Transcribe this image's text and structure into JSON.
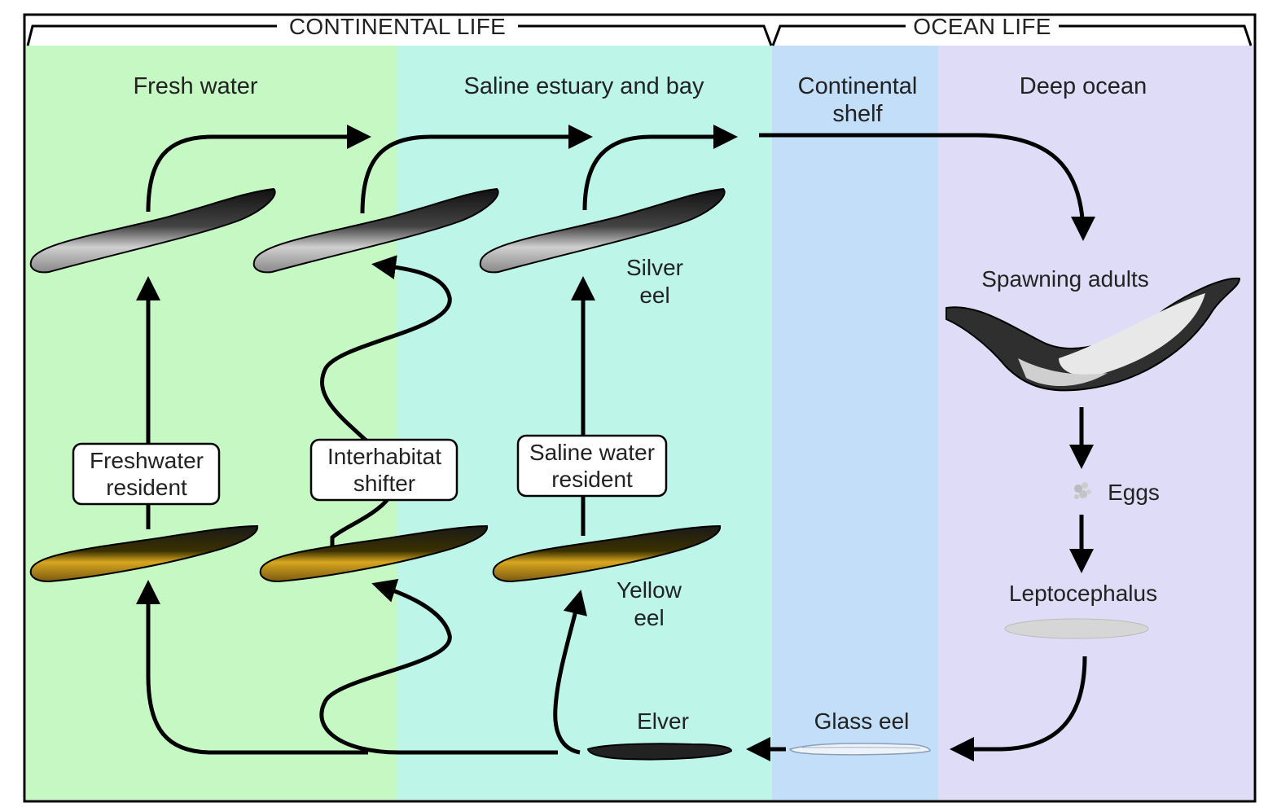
{
  "brackets": {
    "continental": "CONTINENTAL LIFE",
    "ocean": "OCEAN LIFE"
  },
  "zones": {
    "fresh": {
      "label": "Fresh water",
      "color": "#c6f8c3"
    },
    "saline": {
      "label": "Saline estuary and bay",
      "color": "#bdf5e8"
    },
    "shelf": {
      "line1": "Continental",
      "line2": "shelf",
      "color": "#c2def9"
    },
    "deep": {
      "label": "Deep ocean",
      "color": "#dedcf6"
    }
  },
  "boxes": {
    "freshwater": {
      "line1": "Freshwater",
      "line2": "resident"
    },
    "shifter": {
      "line1": "Interhabitat",
      "line2": "shifter"
    },
    "saline": {
      "line1": "Saline water",
      "line2": "resident"
    }
  },
  "stages": {
    "silver": {
      "line1": "Silver",
      "line2": "eel"
    },
    "yellow": {
      "line1": "Yellow",
      "line2": "eel"
    },
    "spawning": "Spawning adults",
    "eggs": "Eggs",
    "lepto": "Leptocephalus",
    "glass": "Glass eel",
    "elver": "Elver"
  },
  "colors": {
    "silver_eel": "#2a2a2a",
    "yellow_eel": "#c99a1e",
    "arrows": "#000000"
  }
}
